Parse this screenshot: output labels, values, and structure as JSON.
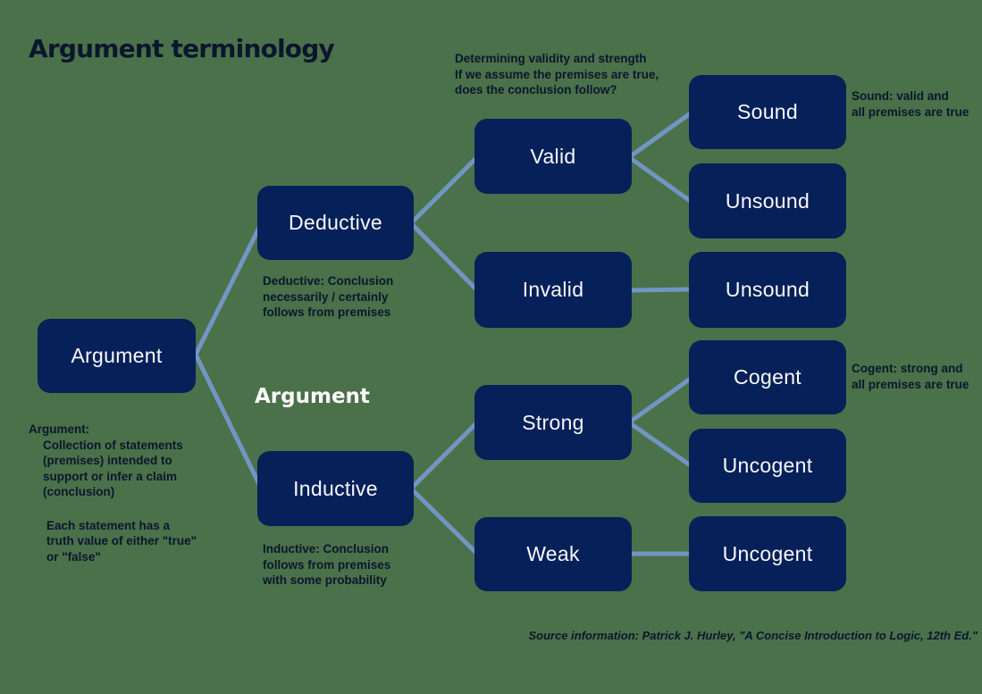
{
  "title": "Argument terminology",
  "watermark": "Argument",
  "colors": {
    "background": "#4a7149",
    "box": "#062059",
    "box_text": "#f7f9fc",
    "connector": "#7196c4",
    "text": "#0b162e"
  },
  "nodes": {
    "argument": "Argument",
    "deductive": "Deductive",
    "inductive": "Inductive",
    "valid": "Valid",
    "invalid": "Invalid",
    "strong": "Strong",
    "weak": "Weak",
    "sound": "Sound",
    "unsound_after_valid": "Unsound",
    "unsound_after_invalid": "Unsound",
    "cogent": "Cogent",
    "uncogent_after_strong": "Uncogent",
    "uncogent_after_weak": "Uncogent"
  },
  "top_note": {
    "lines": [
      "Determining validity and strength",
      "If we assume the premises are true,",
      "does the conclusion follow?"
    ]
  },
  "annotations": {
    "argument": {
      "heading": "Argument:",
      "lines1": [
        "Collection of statements",
        "(premises) intended to",
        "support or infer a claim",
        "(conclusion)"
      ],
      "lines2": [
        "Each statement has a",
        "truth value of either \"true\"",
        "or \"false\""
      ]
    },
    "deductive_lines": [
      "Deductive: Conclusion",
      "necessarily / certainly",
      "follows from premises"
    ],
    "inductive_lines": [
      "Inductive: Conclusion",
      "follows from premises",
      "with some probability"
    ],
    "sound_lines": [
      "Sound: valid and",
      "all premises are true"
    ],
    "cogent_lines": [
      "Cogent: strong and",
      "all premises are true"
    ]
  },
  "source": "Source information: Patrick J. Hurley, \"A Concise Introduction to Logic, 12th Ed.\""
}
